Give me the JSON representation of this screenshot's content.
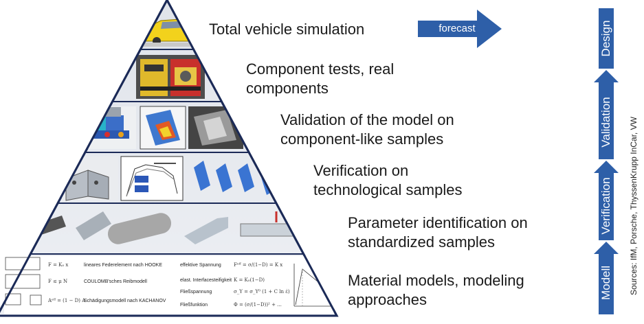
{
  "pyramid": {
    "levels": [
      {
        "label": "Total vehicle simulation"
      },
      {
        "label_line1": "Component tests, real",
        "label_line2": "components"
      },
      {
        "label_line1": "Validation of the model on",
        "label_line2": "component-like samples"
      },
      {
        "label_line1": "Verification on",
        "label_line2": "technological samples"
      },
      {
        "label_line1": "Parameter identification on",
        "label_line2": "standardized samples"
      },
      {
        "label_line1": "Material models, modeling",
        "label_line2": "approaches"
      }
    ]
  },
  "forecast": {
    "label": "forecast",
    "color": "#2E5FA8"
  },
  "process_chain": {
    "steps": [
      "Modell",
      "Verification",
      "Validation",
      "Design"
    ],
    "color": "#2E5FA8"
  },
  "material_table": {
    "rows": [
      {
        "formula": "F = K₀ x",
        "name": "lineares Federelement nach HOOKE",
        "term": "effektive Spannung",
        "eq": "Fᵉᶠᶠ = σ/(1−D) = K x"
      },
      {
        "formula": "F ≤ μ N",
        "name": "COULOMB'sches Reibmodell",
        "term": "elast. Interfacesteifigkeit",
        "eq": "K = K₀(1−D)"
      },
      {
        "formula": "Aᵉᶠᶠ = (1 − D) A",
        "name": "Schädigungsmodell nach KACHANOV",
        "term": "Fließspannung",
        "eq": "σ_Y = σ_Y⁰ (1 + C ln ε̇)"
      },
      {
        "formula": "",
        "name": "",
        "term": "Fließfunktion",
        "eq": "Φ = (σ/(1−D))² + ..."
      }
    ]
  },
  "sources": "Sources: IfM, Porsche, ThyssenKrupp InCar, VW",
  "colors": {
    "pyramid_bg": "#E6E9EE",
    "pyramid_border": "#1B2A57",
    "arrow_blue": "#2E5FA8"
  }
}
